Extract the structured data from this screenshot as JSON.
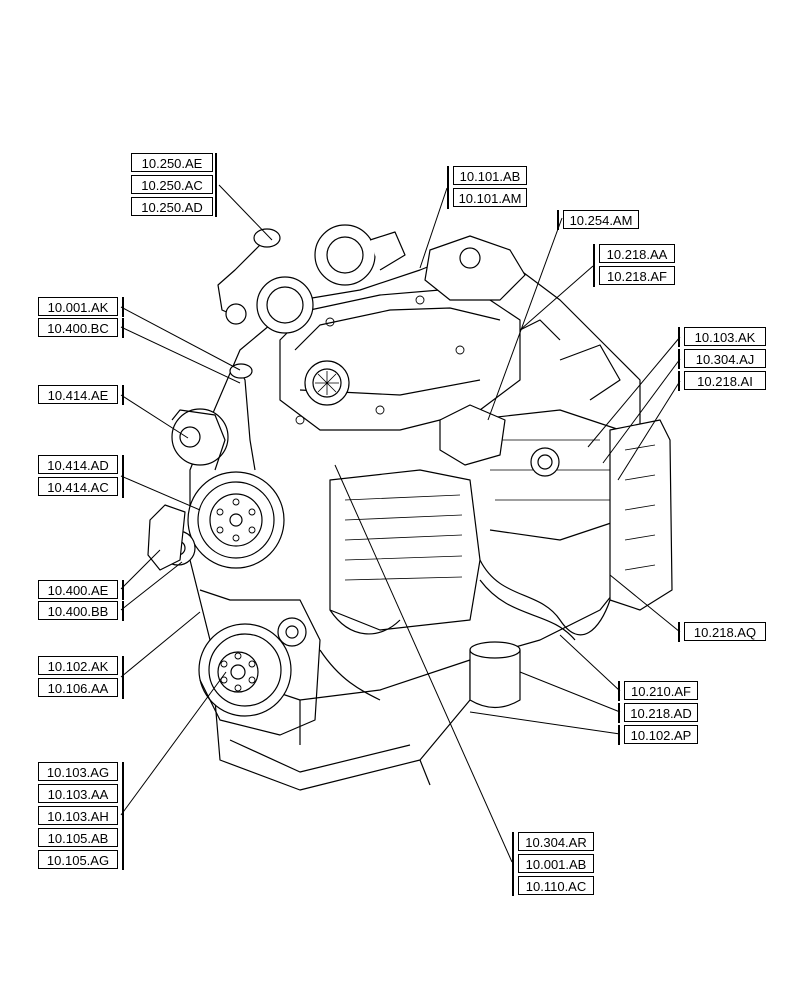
{
  "diagram": {
    "subject": "engine-assembly",
    "callout_groups": [
      {
        "id": "g_250",
        "labels": [
          "10.250.AE",
          "10.250.AC",
          "10.250.AD"
        ]
      },
      {
        "id": "g_101",
        "labels": [
          "10.101.AB",
          "10.101.AM"
        ]
      },
      {
        "id": "g_254",
        "labels": [
          "10.254.AM"
        ]
      },
      {
        "id": "g_218a",
        "labels": [
          "10.218.AA",
          "10.218.AF"
        ]
      },
      {
        "id": "g_001ak",
        "labels": [
          "10.001.AK"
        ]
      },
      {
        "id": "g_400bc",
        "labels": [
          "10.400.BC"
        ]
      },
      {
        "id": "g_414ae",
        "labels": [
          "10.414.AE"
        ]
      },
      {
        "id": "g_414ad",
        "labels": [
          "10.414.AD",
          "10.414.AC"
        ]
      },
      {
        "id": "g_400ae",
        "labels": [
          "10.400.AE"
        ]
      },
      {
        "id": "g_400bb",
        "labels": [
          "10.400.BB"
        ]
      },
      {
        "id": "g_102ak",
        "labels": [
          "10.102.AK",
          "10.106.AA"
        ]
      },
      {
        "id": "g_103ag",
        "labels": [
          "10.103.AG",
          "10.103.AA",
          "10.103.AH",
          "10.105.AB",
          "10.105.AG"
        ]
      },
      {
        "id": "g_103ak",
        "labels": [
          "10.103.AK"
        ]
      },
      {
        "id": "g_304aj",
        "labels": [
          "10.304.AJ"
        ]
      },
      {
        "id": "g_218ai",
        "labels": [
          "10.218.AI"
        ]
      },
      {
        "id": "g_218aq",
        "labels": [
          "10.218.AQ"
        ]
      },
      {
        "id": "g_210af",
        "labels": [
          "10.210.AF"
        ]
      },
      {
        "id": "g_218ad",
        "labels": [
          "10.218.AD"
        ]
      },
      {
        "id": "g_102ap",
        "labels": [
          "10.102.AP"
        ]
      },
      {
        "id": "g_304ar",
        "labels": [
          "10.304.AR",
          "10.001.AB",
          "10.110.AC"
        ]
      }
    ]
  }
}
